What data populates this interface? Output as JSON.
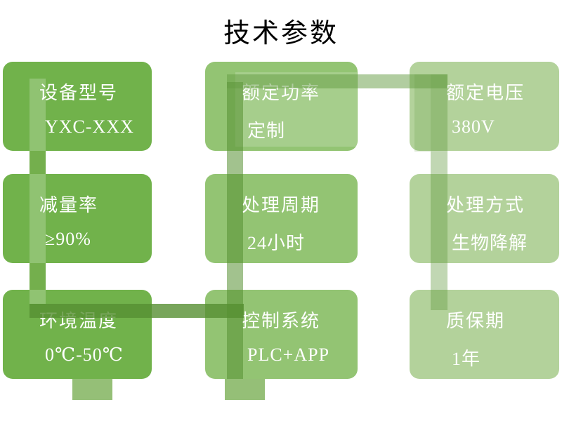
{
  "title": "技术参数",
  "boxes": [
    {
      "label": "设备型号",
      "value": "YXC-XXX"
    },
    {
      "label": "减量率",
      "value": "≥90%"
    },
    {
      "label": "环境温度",
      "value": "0℃-50℃"
    },
    {
      "label": "额定功率",
      "value": "定制"
    },
    {
      "label": "处理周期",
      "value": "24小时"
    },
    {
      "label": "控制系统",
      "value": "PLC+APP"
    },
    {
      "label": "额定电压",
      "value": "380V"
    },
    {
      "label": "处理方式",
      "value": "生物降解"
    },
    {
      "label": "质保期",
      "value": "1年"
    }
  ],
  "colors": {
    "column1_box": "#71B24B",
    "column2_box": "#93C473",
    "column3_box": "#B3D29B",
    "connector_dark": "#74AF4D",
    "connector_light": "#B1CDA0",
    "box_text": "#FFFFFF",
    "title_text": "#000000",
    "background": "#FFFFFF"
  }
}
